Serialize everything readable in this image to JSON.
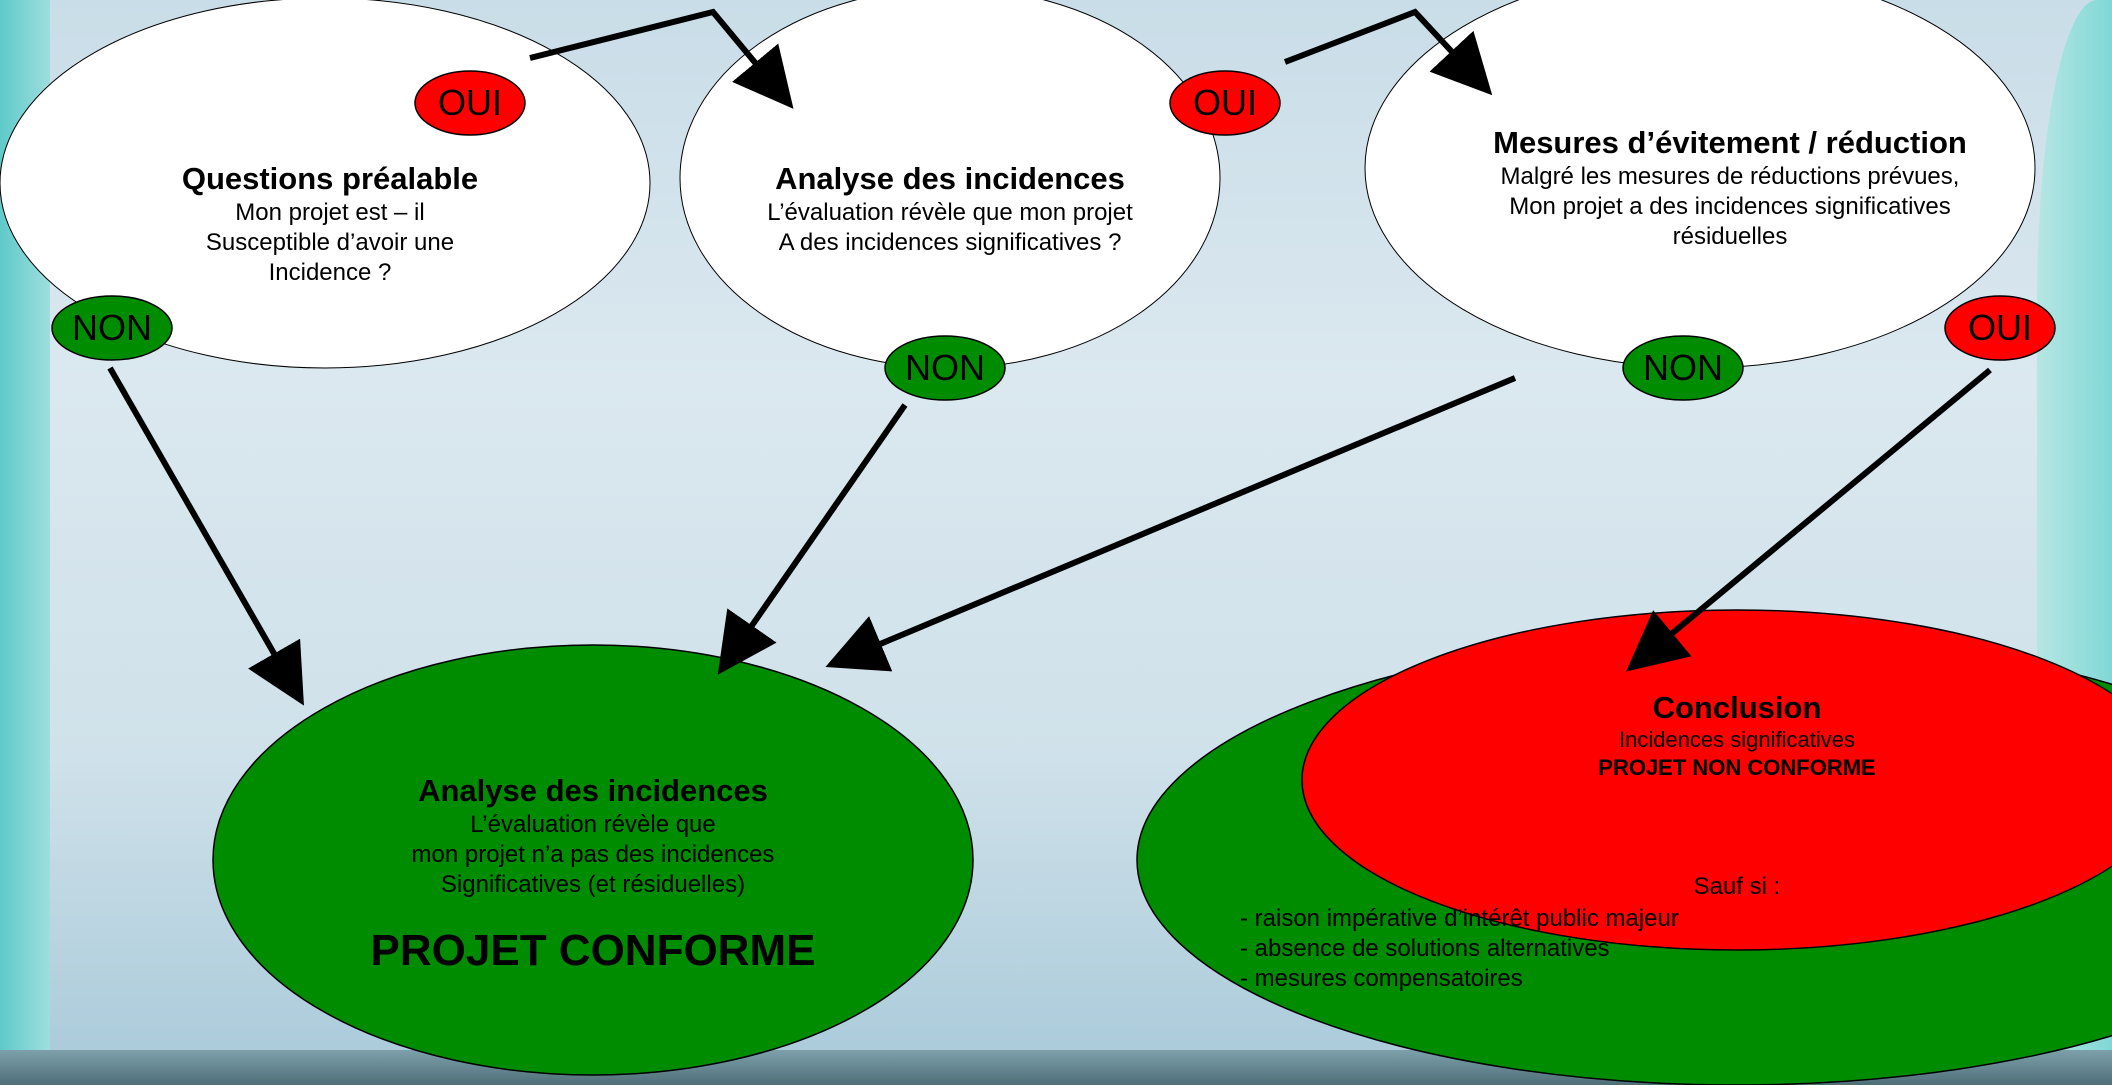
{
  "node1": {
    "title": "Questions préalable",
    "lines": [
      "Mon projet est – il",
      "Susceptible d’avoir une",
      "Incidence ?"
    ],
    "yes_label": "OUI",
    "no_label": "NON"
  },
  "node2": {
    "title": "Analyse des incidences",
    "lines": [
      "L’évaluation révèle que mon projet",
      "A des incidences significatives ?"
    ],
    "yes_label": "OUI",
    "no_label": "NON"
  },
  "node3": {
    "title": "Mesures d’évitement / réduction",
    "lines": [
      "Malgré les mesures de réductions prévues,",
      "Mon projet a des incidences significatives",
      "résiduelles"
    ],
    "yes_label": "OUI",
    "no_label": "NON"
  },
  "result_ok": {
    "title": "Analyse des incidences",
    "lines": [
      "L’évaluation révèle que",
      "mon projet n’a pas des incidences",
      "Significatives (et résiduelles)"
    ],
    "verdict": "PROJET CONFORME"
  },
  "result_ko": {
    "title": "Conclusion",
    "line1": "Incidences significatives",
    "verdict": "PROJET NON CONFORME",
    "unless": "Sauf si :",
    "conditions": [
      "- raison impérative d’intérêt public majeur",
      "- absence de solutions alternatives",
      "- mesures compensatoires"
    ]
  },
  "colors": {
    "green": "#008c00",
    "red": "#ff0000",
    "white_node": "#ffffff"
  }
}
